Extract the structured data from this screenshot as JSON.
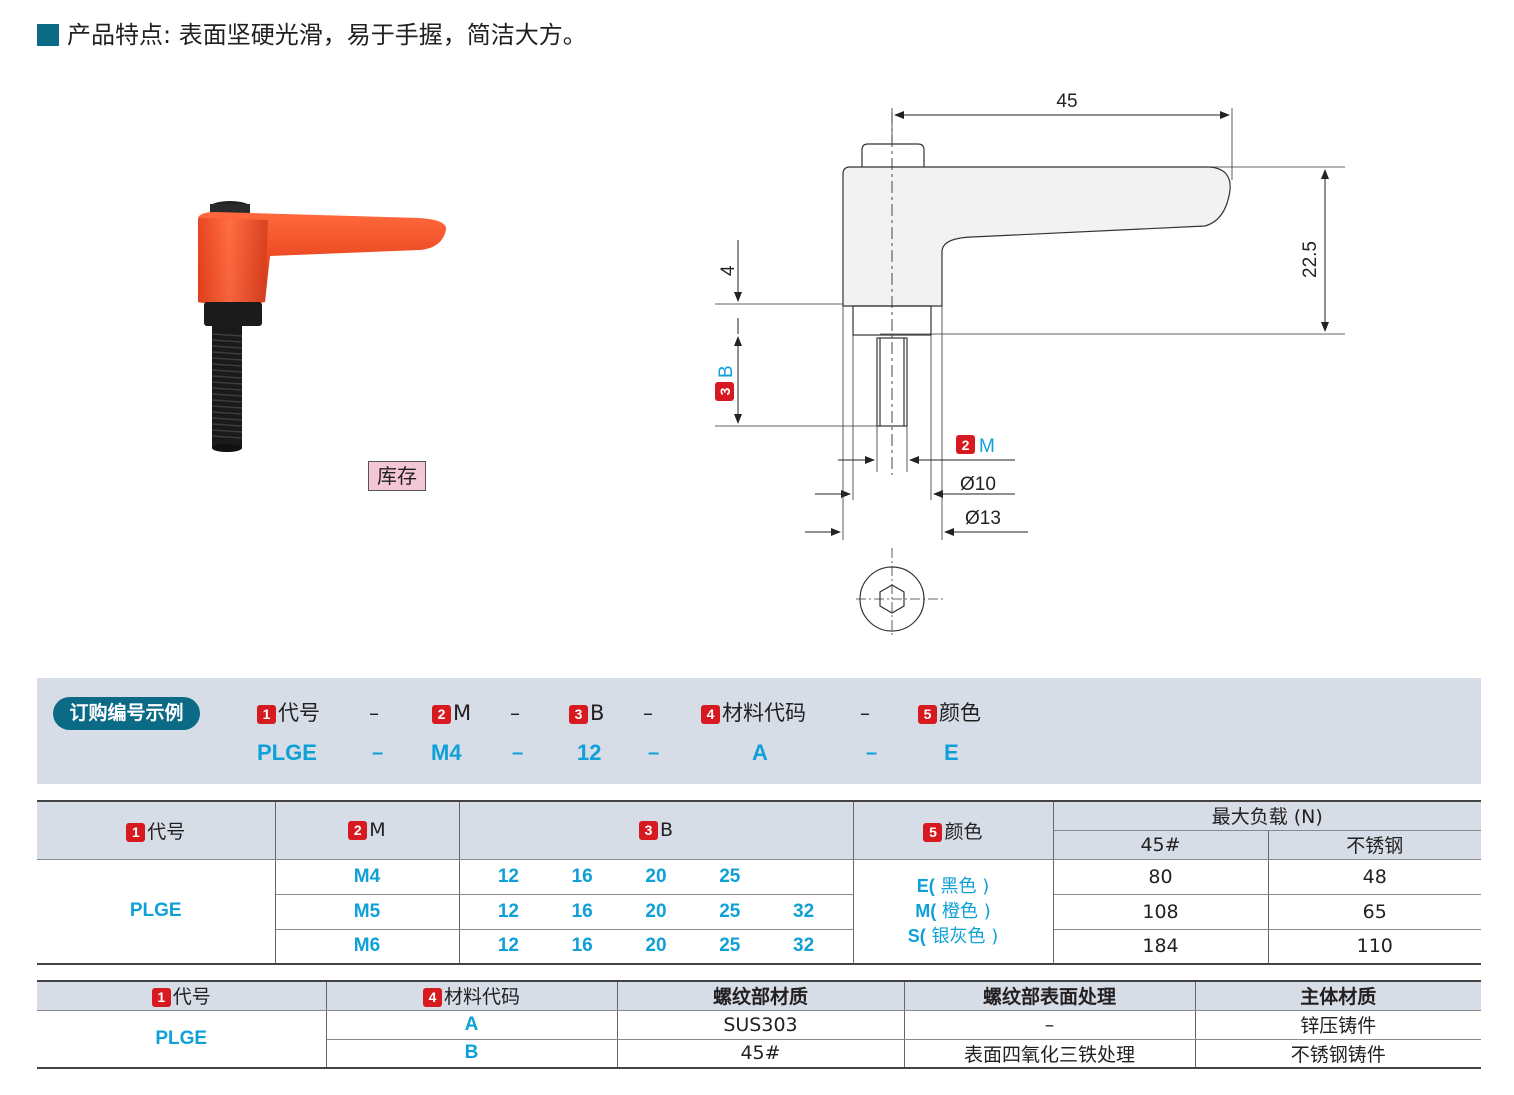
{
  "header": {
    "title": "产品特点: 表面坚硬光滑，易于手握，简洁大方。"
  },
  "photo": {
    "stock_label": "库存"
  },
  "drawing": {
    "dim_45": "45",
    "dim_22_5": "22.5",
    "dim_4": "4",
    "dim_b_num": "3",
    "dim_b": "B",
    "dim_m_num": "2",
    "dim_m": "M",
    "dim_d10": "Ø10",
    "dim_d13": "Ø13"
  },
  "order_example": {
    "pill": "订购编号示例",
    "headers": [
      {
        "num": "1",
        "label": "代号"
      },
      {
        "num": "2",
        "label": "M"
      },
      {
        "num": "3",
        "label": "B"
      },
      {
        "num": "4",
        "label": "材料代码"
      },
      {
        "num": "5",
        "label": "颜色"
      }
    ],
    "values": [
      "PLGE",
      "M4",
      "12",
      "A",
      "E"
    ],
    "dash": "–"
  },
  "spec_table": {
    "h_code_num": "1",
    "h_code": "代号",
    "h_m_num": "2",
    "h_m": "M",
    "h_b_num": "3",
    "h_b": "B",
    "h_color_num": "5",
    "h_color": "颜色",
    "h_load": "最大负载 (N)",
    "h_load_45": "45#",
    "h_load_ss": "不锈钢",
    "code": "PLGE",
    "rows": [
      {
        "m": "M4",
        "b": [
          "12",
          "16",
          "20",
          "25",
          ""
        ],
        "load_45": "80",
        "load_ss": "48"
      },
      {
        "m": "M5",
        "b": [
          "12",
          "16",
          "20",
          "25",
          "32"
        ],
        "load_45": "108",
        "load_ss": "65"
      },
      {
        "m": "M6",
        "b": [
          "12",
          "16",
          "20",
          "25",
          "32"
        ],
        "load_45": "184",
        "load_ss": "110"
      }
    ],
    "colors": [
      {
        "code": "E(",
        "name": " 黑色 )"
      },
      {
        "code": "M(",
        "name": " 橙色 )"
      },
      {
        "code": "S(",
        "name": " 银灰色 )"
      }
    ]
  },
  "material_table": {
    "h_code_num": "1",
    "h_code": "代号",
    "h_mat_num": "4",
    "h_mat": "材料代码",
    "h_thread_mat": "螺纹部材质",
    "h_thread_surface": "螺纹部表面处理",
    "h_body_mat": "主体材质",
    "code": "PLGE",
    "rows": [
      {
        "mat": "A",
        "thread_mat": "SUS303",
        "surface": "–",
        "body": "锌压铸件"
      },
      {
        "mat": "B",
        "thread_mat": "45#",
        "surface": "表面四氧化三铁处理",
        "body": "不锈钢铸件"
      }
    ]
  },
  "colors": {
    "brand_teal": "#0b6a86",
    "accent_blue": "#0fa0d8",
    "badge_red": "#d71920",
    "band_gray": "#d6dde6",
    "handle_orange": "#ec4a22"
  }
}
